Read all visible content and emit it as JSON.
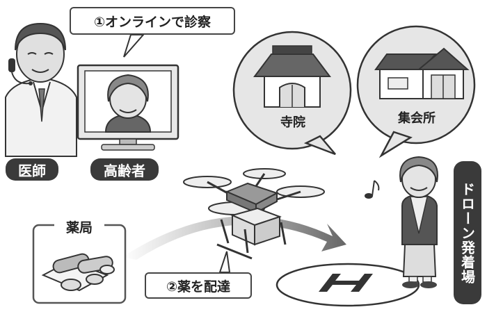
{
  "labels": {
    "step1": "①オンラインで診察",
    "doctor": "医師",
    "elderly": "高齢者",
    "temple": "寺院",
    "community_hall": "集会所",
    "pharmacy": "薬局",
    "step2": "②薬を配達",
    "drone_port": "ドローン発着場"
  }
}
